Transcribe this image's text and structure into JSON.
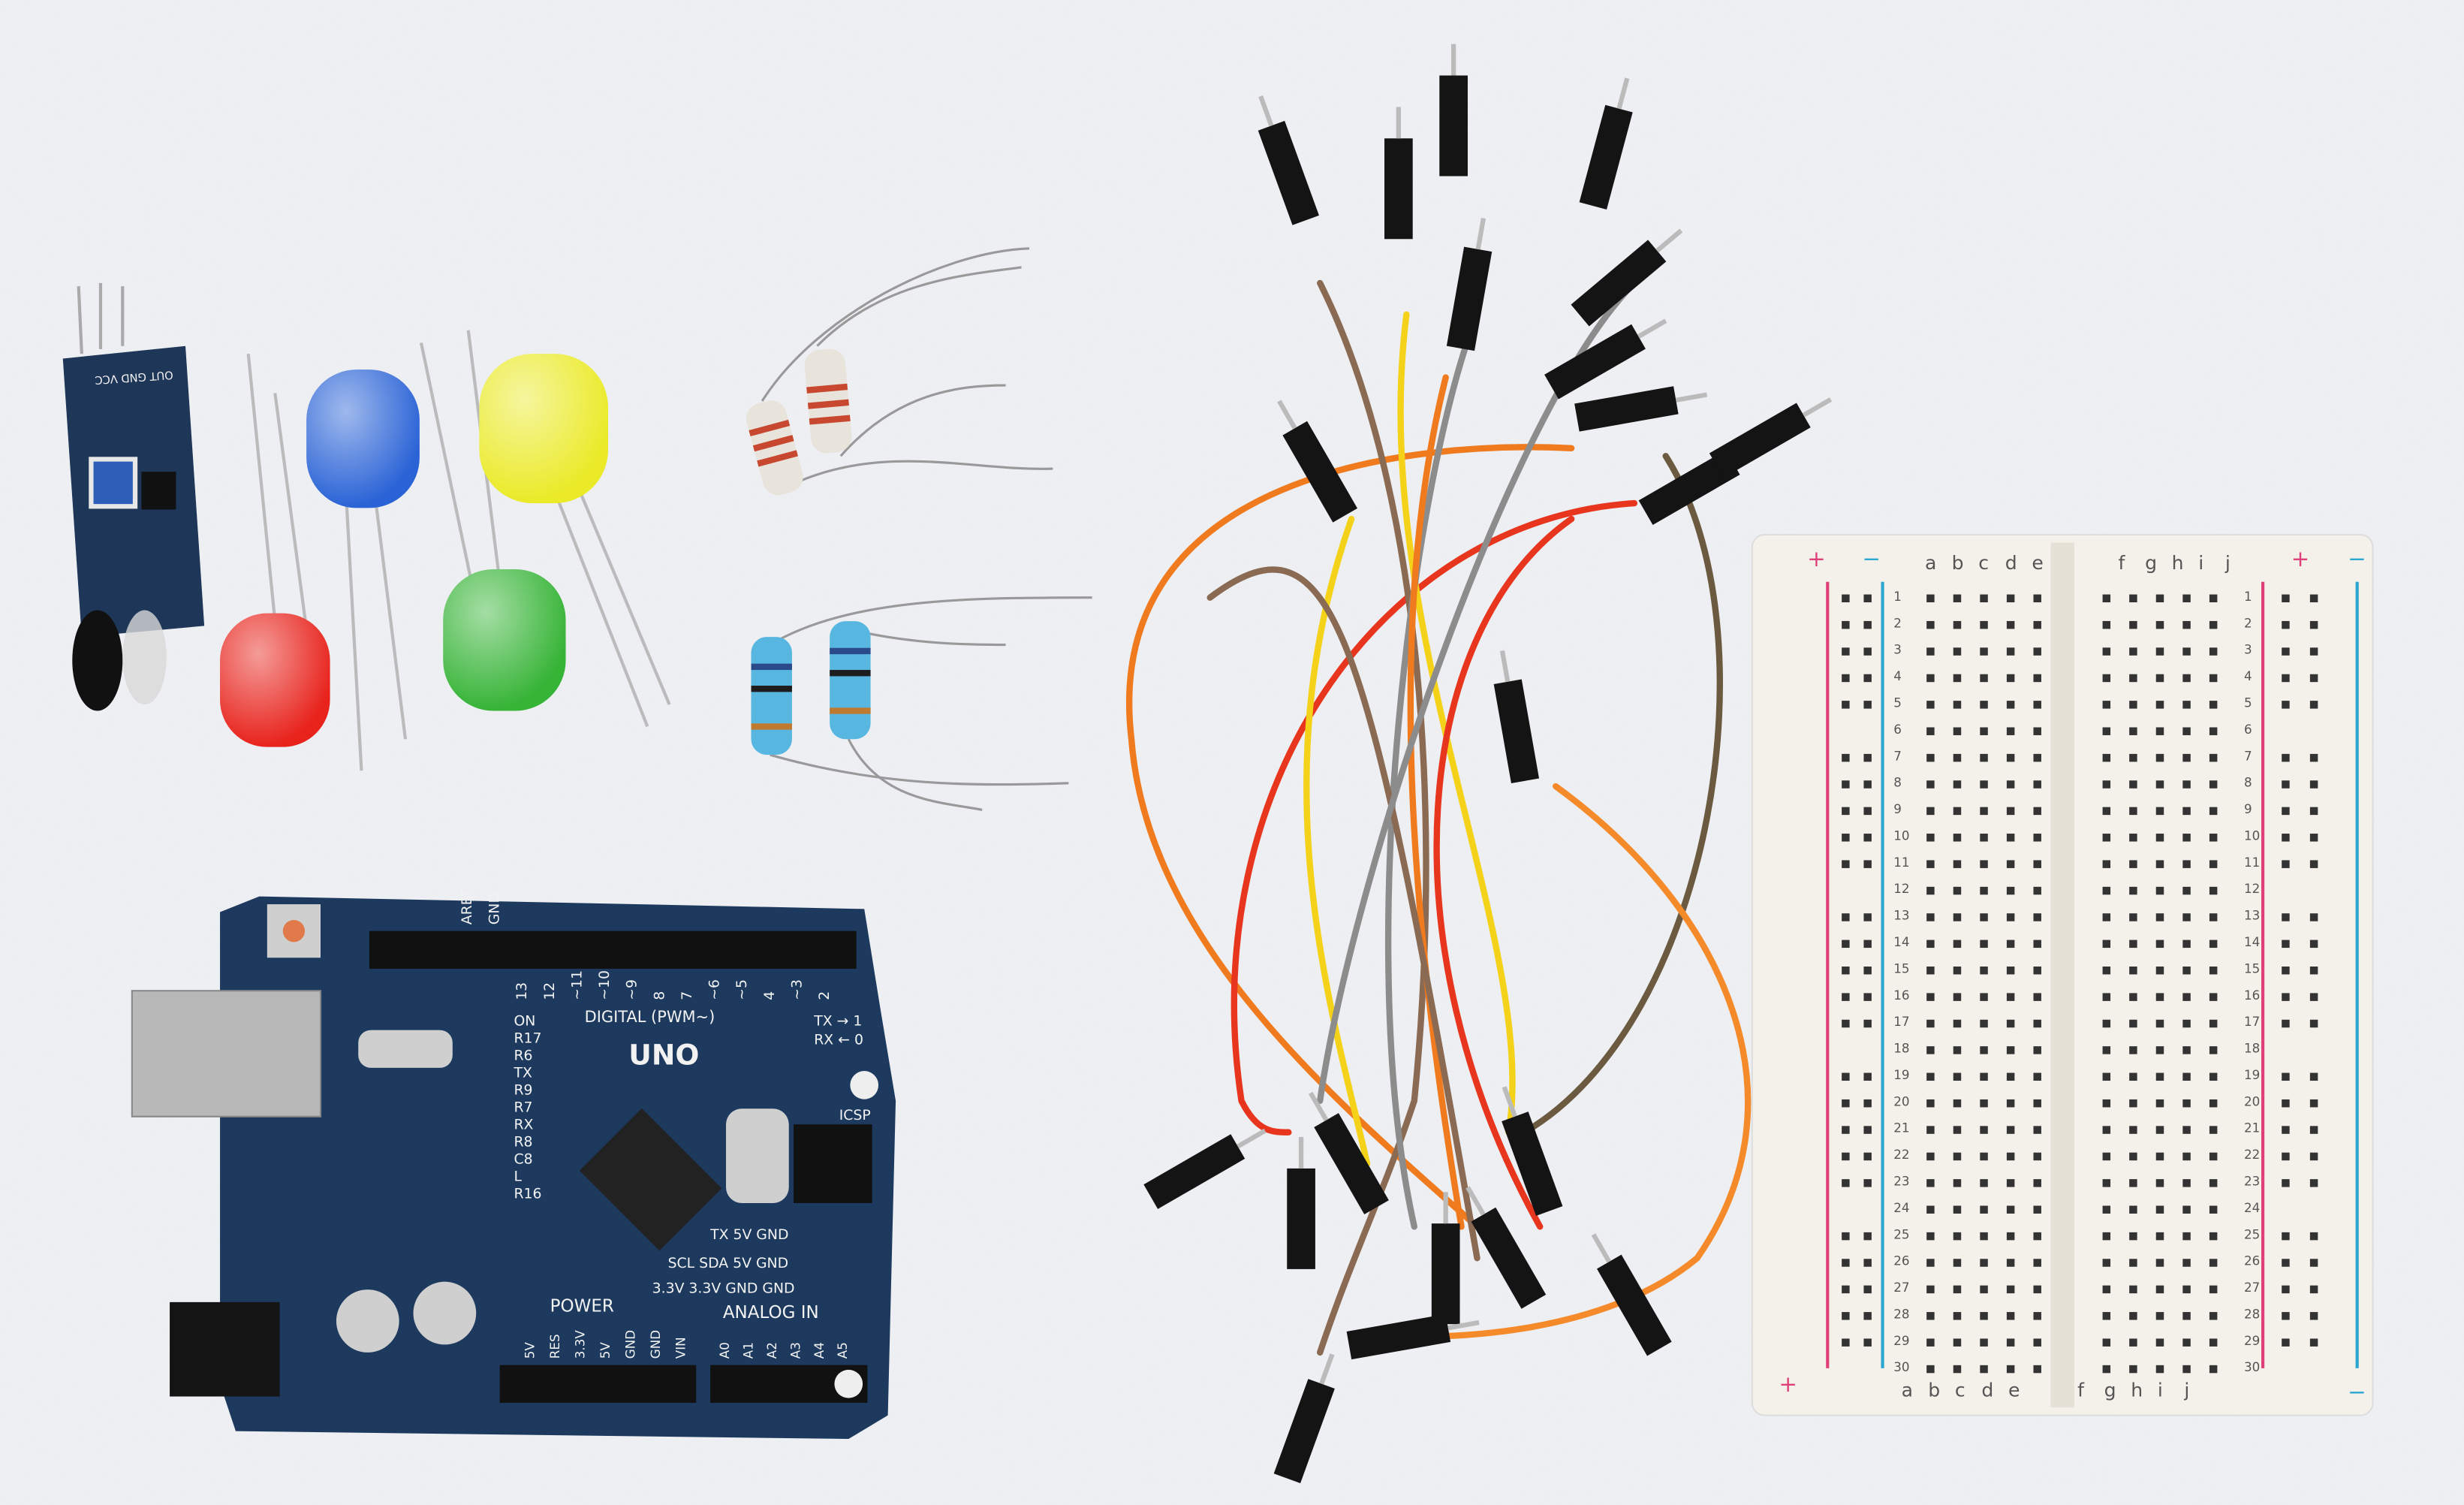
{
  "scene": {
    "description_label": "",
    "colors": {
      "background": "#ecedf0",
      "pcb_blue": "#1d3a5e",
      "breadboard": "#f4f1ea",
      "rail_red": "#e0407a",
      "rail_blue": "#2aa7d0"
    }
  },
  "arduino": {
    "model_label": "UNO",
    "digital_label": "DIGITAL (PWM~)",
    "power_label": "POWER",
    "analog_label": "ANALOG IN",
    "tx_label": "TX → 1",
    "rx_label": "RX ← 0",
    "icsp_label": "ICSP",
    "digital_pins": [
      "AREF",
      "GND",
      "13",
      "12",
      "~11",
      "~10",
      "~9",
      "8",
      "7",
      "~6",
      "~5",
      "4",
      "~3",
      "2"
    ],
    "power_pins": [
      "5V",
      "RES",
      "3.3V",
      "5V",
      "GND",
      "GND",
      "VIN"
    ],
    "analog_pins": [
      "A0",
      "A1",
      "A2",
      "A3",
      "A4",
      "A5"
    ],
    "leds": [
      "ON",
      "R17",
      "R6",
      "TX",
      "R9",
      "R7",
      "RX",
      "R8",
      "C8",
      "L",
      "R16"
    ],
    "header_labels": [
      "TX 5V GND",
      "SCL SDA 5V GND",
      "3.3V 3.3V GND GND"
    ]
  },
  "breadboard": {
    "left_columns": [
      "a",
      "b",
      "c",
      "d",
      "e"
    ],
    "right_columns": [
      "f",
      "g",
      "h",
      "i",
      "j"
    ],
    "rows": 30,
    "plus": "+",
    "minus": "−"
  },
  "components": {
    "leds": [
      {
        "color": "red",
        "hex": "#e8231c"
      },
      {
        "color": "blue",
        "hex": "#2a63d6"
      },
      {
        "color": "green",
        "hex": "#36b436"
      },
      {
        "color": "yellow",
        "hex": "#eaea28"
      }
    ],
    "resistors": [
      {
        "body": "#e8e4dc",
        "bands": [
          "#c8472f",
          "#c8472f",
          "#b05a2a"
        ]
      },
      {
        "body": "#58b7e0",
        "bands": [
          "#2a4a8a",
          "#1d1d1d",
          "#c07a30"
        ]
      }
    ],
    "jumper_wire_colors": [
      "#f07a1e",
      "#e8351e",
      "#f5d21a",
      "#8a6a52",
      "#8c8c8c",
      "#6b5a40",
      "#f58a2a"
    ],
    "ir_sensor_pins": "OUT GND VCC"
  }
}
